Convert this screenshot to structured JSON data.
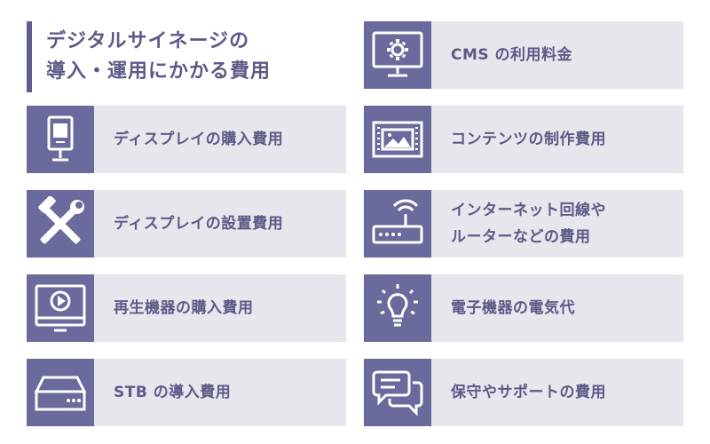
{
  "title": {
    "line1": "デジタルサイネージの",
    "line2": "導入・運用にかかる費用"
  },
  "left_items": [
    {
      "label": "ディスプレイの購入費用",
      "icon": "kiosk-display-icon"
    },
    {
      "label": "ディスプレイの設置費用",
      "icon": "tools-icon"
    },
    {
      "label": "再生機器の購入費用",
      "icon": "media-player-icon"
    },
    {
      "label": "STB の導入費用",
      "icon": "set-top-box-icon"
    }
  ],
  "right_items": [
    {
      "label": "CMS の利用料金",
      "icon": "monitor-gear-icon"
    },
    {
      "label": "コンテンツの制作費用",
      "icon": "image-frame-icon"
    },
    {
      "label_lines": [
        "インターネット回線や",
        "ルーターなどの費用"
      ],
      "icon": "router-icon"
    },
    {
      "label": "電子機器の電気代",
      "icon": "lightbulb-icon"
    },
    {
      "label": "保守やサポートの費用",
      "icon": "chat-bubbles-icon"
    }
  ],
  "colors": {
    "accent": "#6a6a9c",
    "card_bg": "#e6e6ed",
    "text": "#5b5b88"
  }
}
